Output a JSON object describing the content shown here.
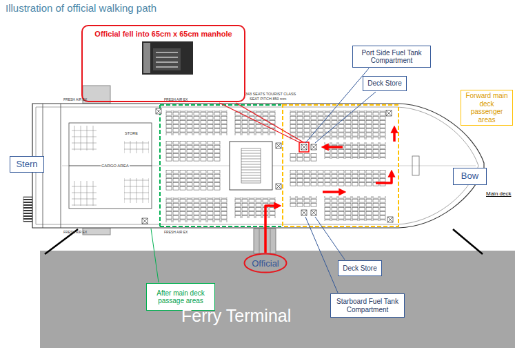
{
  "diagram": {
    "title": "Illustration of official walking path",
    "nodes": [
      {
        "text": [
          "Official fell into 65cm x 65cm manhole"
        ]
      },
      {
        "text": [
          "Port Side Fuel Tank Compartment"
        ]
      },
      {
        "text": [
          "Deck Store"
        ]
      },
      {
        "text": [
          "Forward main deck passenger areas"
        ]
      },
      {
        "text": [
          "Stern"
        ]
      },
      {
        "text": [
          "Bow"
        ]
      },
      {
        "text": [
          "Official"
        ]
      },
      {
        "text": [
          "Deck Store"
        ]
      },
      {
        "text": [
          "After main deck passage areas"
        ]
      },
      {
        "text": [
          "Starboard Fuel Tank Compartment"
        ]
      },
      {
        "text": [
          "Ferry Terminal"
        ]
      }
    ],
    "labels": [
      "Main deck",
      "343 SEATS TOURIST CLASS",
      "SEAT PITCH 850 mm",
      "CARGO AREA",
      "STORE",
      "FRESH AIR EX",
      "FRESH AIR EX",
      "FRESH AIR EX",
      "FRESH AIR EX"
    ]
  }
}
